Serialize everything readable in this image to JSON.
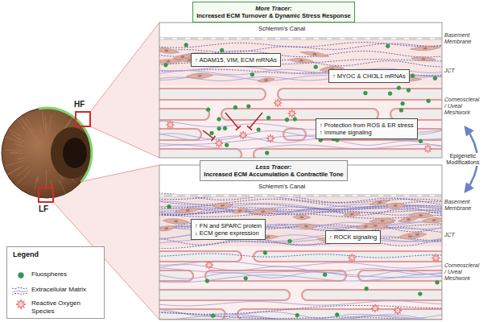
{
  "diagram": {
    "nodes": [
      {
        "text": [
          "More Tracer:",
          "Increased ECM Turnover & Dynamic Stress Response"
        ]
      },
      {
        "text": [
          "↑ ADAM15, VIM, ECM mRNAs"
        ]
      },
      {
        "text": [
          "↑ MYOC & CHI3L1 mRNAs"
        ]
      },
      {
        "text": [
          "↑ Protection from ROS & ER stress",
          "↑ Immune signaling"
        ]
      },
      {
        "text": [
          "Less Tracer:",
          "Increased ECM Accumulation & Contractile Tone"
        ]
      },
      {
        "text": [
          "↑ FN and SPARC protein",
          "↓ ECM gene expression"
        ]
      },
      {
        "text": [
          "↑ ROCK signaling"
        ]
      }
    ],
    "labels": [
      "HF",
      "LF",
      "Schlemm's Canal",
      "Basement Membrane",
      "JCT",
      "Corneoscleral / Uveal Meshwork",
      "Epigenetic Modifications",
      "Schlemm's Canal",
      "Basement Membrane",
      "JCT",
      "Corneoscleral / Uveal Meshwork",
      "Legend"
    ],
    "legend": [
      {
        "text": "Fluospheres",
        "color": "#2f9d4b"
      },
      {
        "text": "Extracellular Matrix"
      },
      {
        "text": "Reactive Oxygen Species"
      }
    ]
  }
}
